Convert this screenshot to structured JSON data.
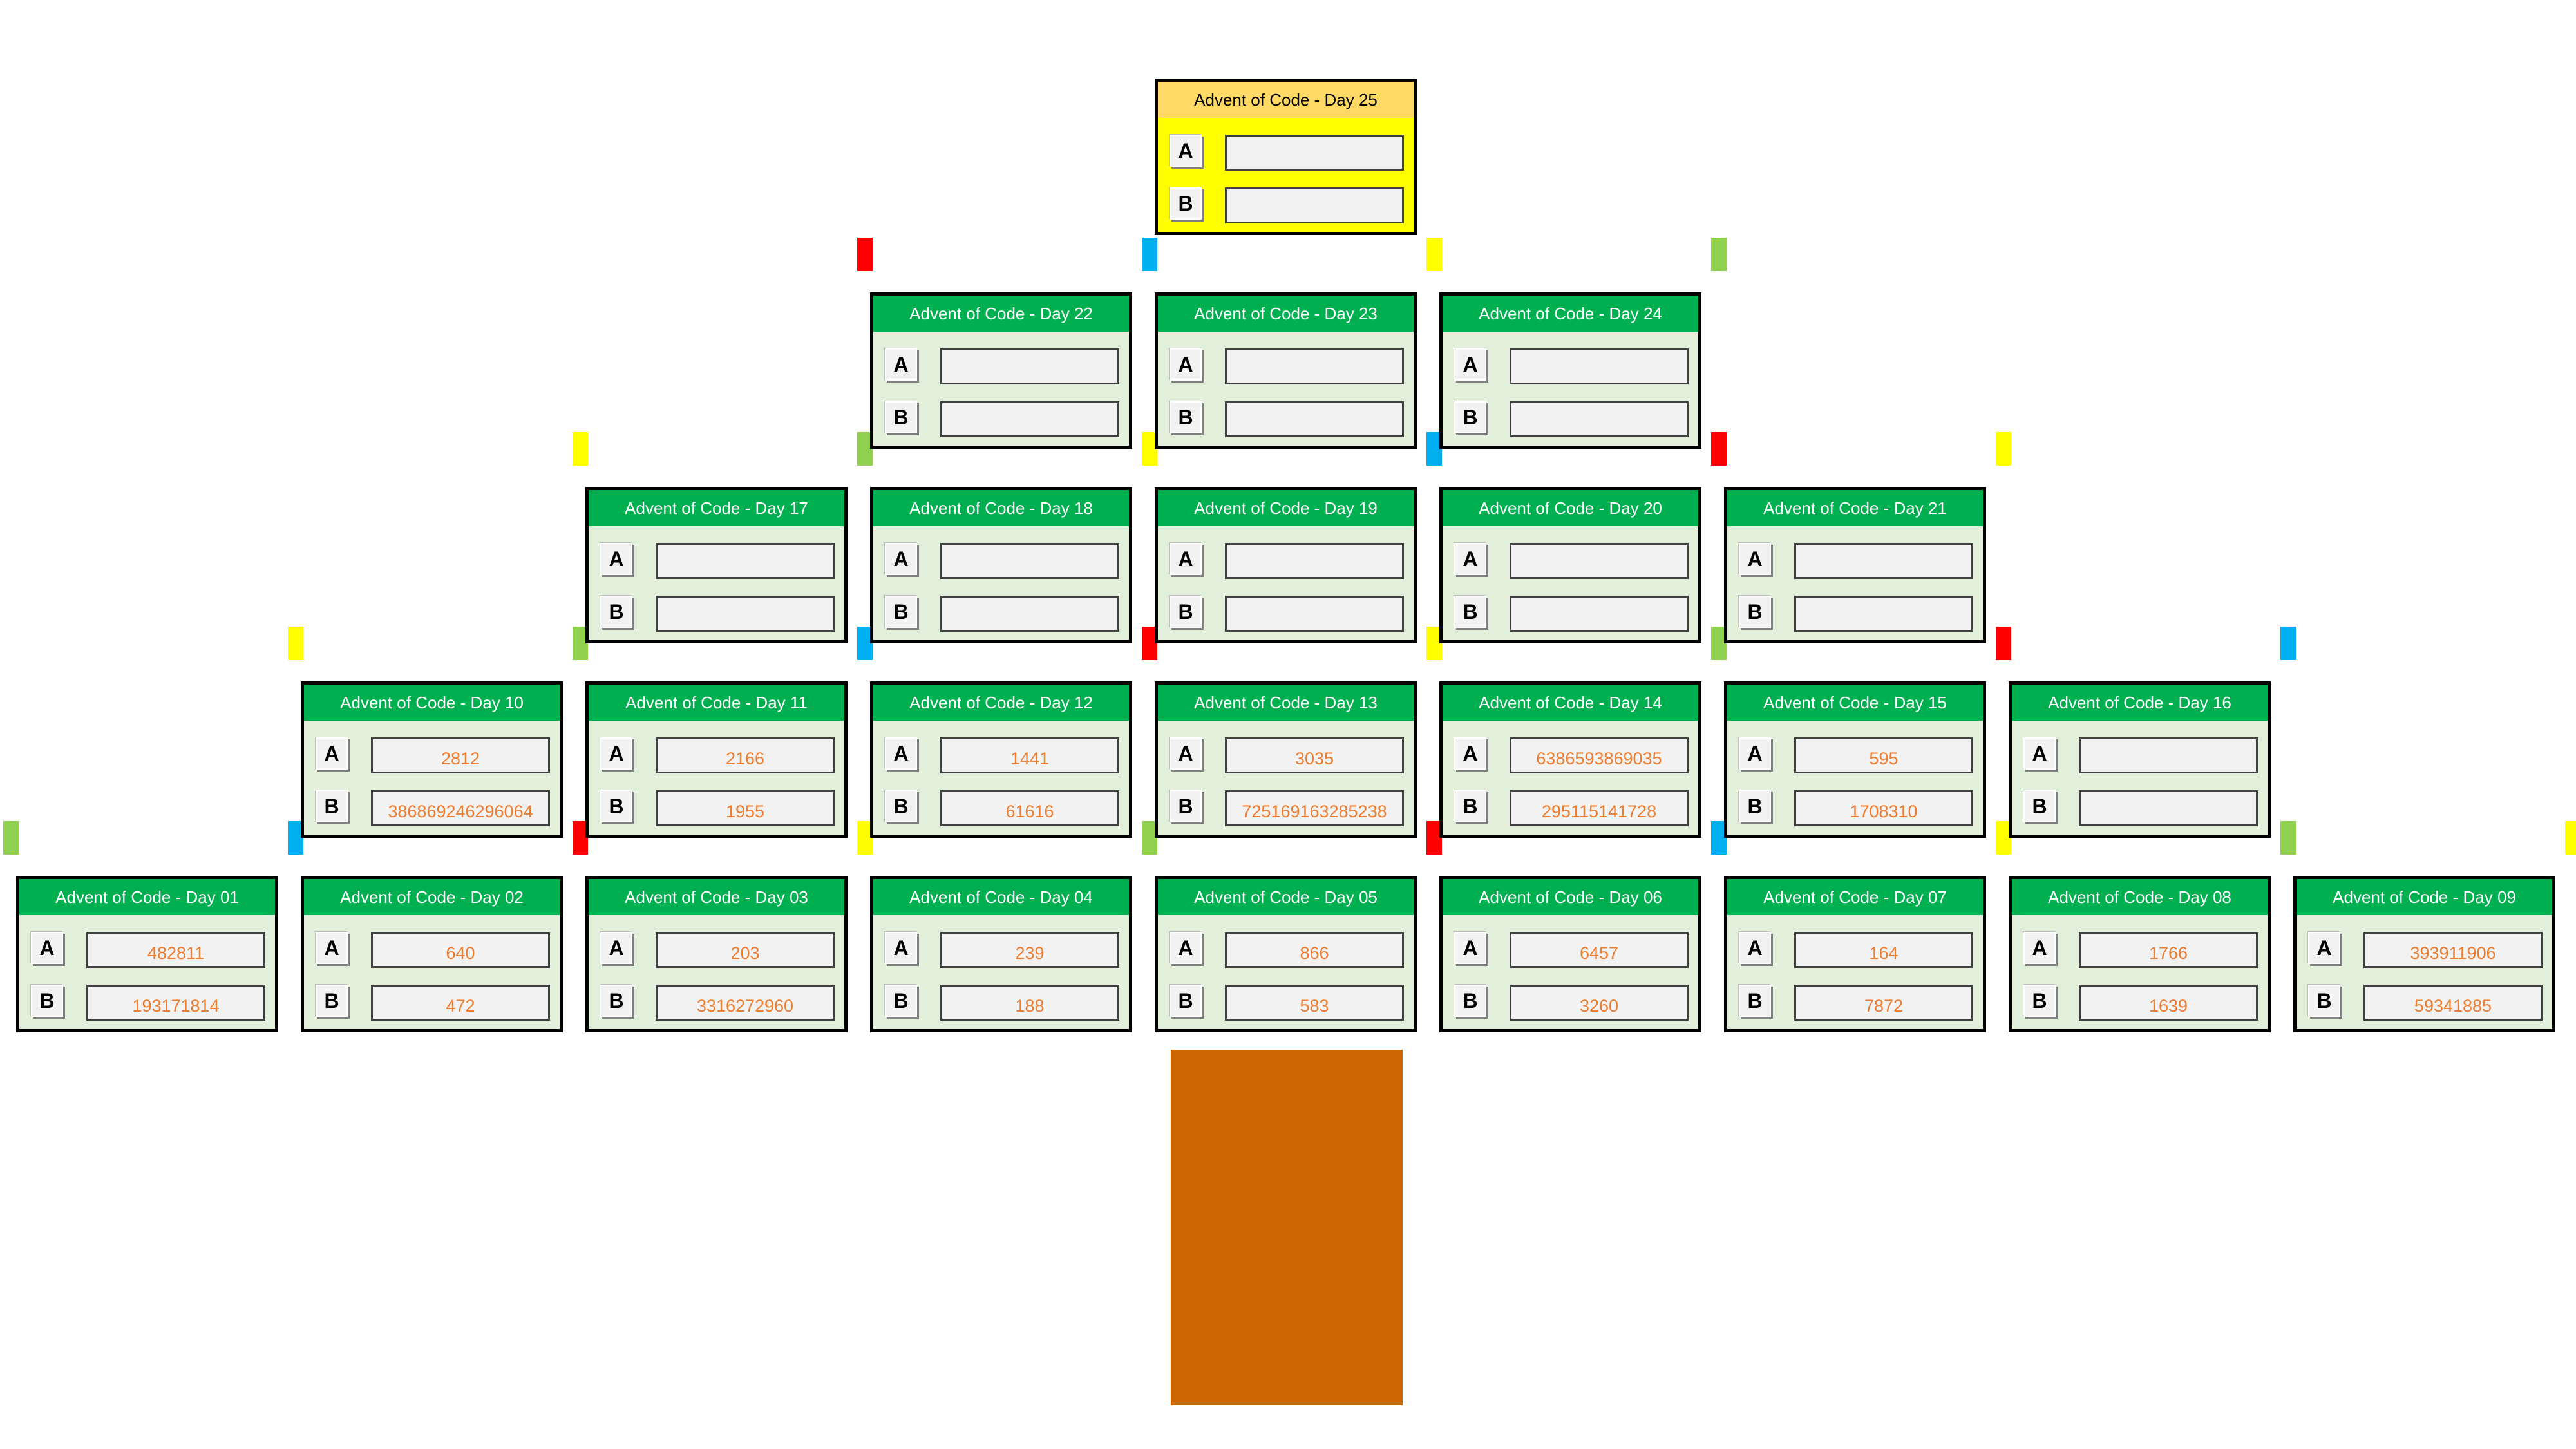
{
  "colors": {
    "card_header": "#00b050",
    "card_body": "#e2efda",
    "star_header": "#ffd966",
    "star_body": "#ffff00",
    "answer_text": "#ed7d31",
    "trunk": "#cc6600",
    "bulb_red": "#ff0000",
    "bulb_yellow": "#ffff00",
    "bulb_green": "#92d050",
    "bulb_blue": "#00b0f0"
  },
  "cards": [
    {
      "title": "Advent of Code - Day 01",
      "label_a": "A",
      "label_b": "B",
      "answer_a": "482811",
      "answer_b": "193171814"
    },
    {
      "title": "Advent of Code - Day 02",
      "label_a": "A",
      "label_b": "B",
      "answer_a": "640",
      "answer_b": "472"
    },
    {
      "title": "Advent of Code - Day 03",
      "label_a": "A",
      "label_b": "B",
      "answer_a": "203",
      "answer_b": "3316272960"
    },
    {
      "title": "Advent of Code - Day 04",
      "label_a": "A",
      "label_b": "B",
      "answer_a": "239",
      "answer_b": "188"
    },
    {
      "title": "Advent of Code - Day 05",
      "label_a": "A",
      "label_b": "B",
      "answer_a": "866",
      "answer_b": "583"
    },
    {
      "title": "Advent of Code - Day 06",
      "label_a": "A",
      "label_b": "B",
      "answer_a": "6457",
      "answer_b": "3260"
    },
    {
      "title": "Advent of Code - Day 07",
      "label_a": "A",
      "label_b": "B",
      "answer_a": "164",
      "answer_b": "7872"
    },
    {
      "title": "Advent of Code - Day 08",
      "label_a": "A",
      "label_b": "B",
      "answer_a": "1766",
      "answer_b": "1639"
    },
    {
      "title": "Advent of Code - Day 09",
      "label_a": "A",
      "label_b": "B",
      "answer_a": "393911906",
      "answer_b": "59341885"
    },
    {
      "title": "Advent of Code - Day 10",
      "label_a": "A",
      "label_b": "B",
      "answer_a": "2812",
      "answer_b": "386869246296064"
    },
    {
      "title": "Advent of Code - Day 11",
      "label_a": "A",
      "label_b": "B",
      "answer_a": "2166",
      "answer_b": "1955"
    },
    {
      "title": "Advent of Code - Day 12",
      "label_a": "A",
      "label_b": "B",
      "answer_a": "1441",
      "answer_b": "61616"
    },
    {
      "title": "Advent of Code - Day 13",
      "label_a": "A",
      "label_b": "B",
      "answer_a": "3035",
      "answer_b": "725169163285238"
    },
    {
      "title": "Advent of Code - Day 14",
      "label_a": "A",
      "label_b": "B",
      "answer_a": "6386593869035",
      "answer_b": "295115141728"
    },
    {
      "title": "Advent of Code - Day 15",
      "label_a": "A",
      "label_b": "B",
      "answer_a": "595",
      "answer_b": "1708310"
    },
    {
      "title": "Advent of Code - Day 16",
      "label_a": "A",
      "label_b": "B",
      "answer_a": "",
      "answer_b": ""
    },
    {
      "title": "Advent of Code - Day 17",
      "label_a": "A",
      "label_b": "B",
      "answer_a": "",
      "answer_b": ""
    },
    {
      "title": "Advent of Code - Day 18",
      "label_a": "A",
      "label_b": "B",
      "answer_a": "",
      "answer_b": ""
    },
    {
      "title": "Advent of Code - Day 19",
      "label_a": "A",
      "label_b": "B",
      "answer_a": "",
      "answer_b": ""
    },
    {
      "title": "Advent of Code - Day 20",
      "label_a": "A",
      "label_b": "B",
      "answer_a": "",
      "answer_b": ""
    },
    {
      "title": "Advent of Code - Day 21",
      "label_a": "A",
      "label_b": "B",
      "answer_a": "",
      "answer_b": ""
    },
    {
      "title": "Advent of Code - Day 22",
      "label_a": "A",
      "label_b": "B",
      "answer_a": "",
      "answer_b": ""
    },
    {
      "title": "Advent of Code - Day 23",
      "label_a": "A",
      "label_b": "B",
      "answer_a": "",
      "answer_b": ""
    },
    {
      "title": "Advent of Code - Day 24",
      "label_a": "A",
      "label_b": "B",
      "answer_a": "",
      "answer_b": ""
    },
    {
      "title": "Advent of Code - Day 25",
      "label_a": "A",
      "label_b": "B",
      "answer_a": "",
      "answer_b": ""
    }
  ],
  "ornaments": [
    [
      "green",
      "blue",
      "red",
      "yellow",
      "green",
      "red",
      "blue",
      "yellow",
      "green",
      "yellow"
    ],
    [
      "yellow",
      "green",
      "blue",
      "red",
      "yellow",
      "green",
      "red",
      "blue"
    ],
    [
      "yellow",
      "green",
      "yellow",
      "blue",
      "red",
      "yellow"
    ],
    [
      "red",
      "blue",
      "yellow",
      "green"
    ]
  ]
}
